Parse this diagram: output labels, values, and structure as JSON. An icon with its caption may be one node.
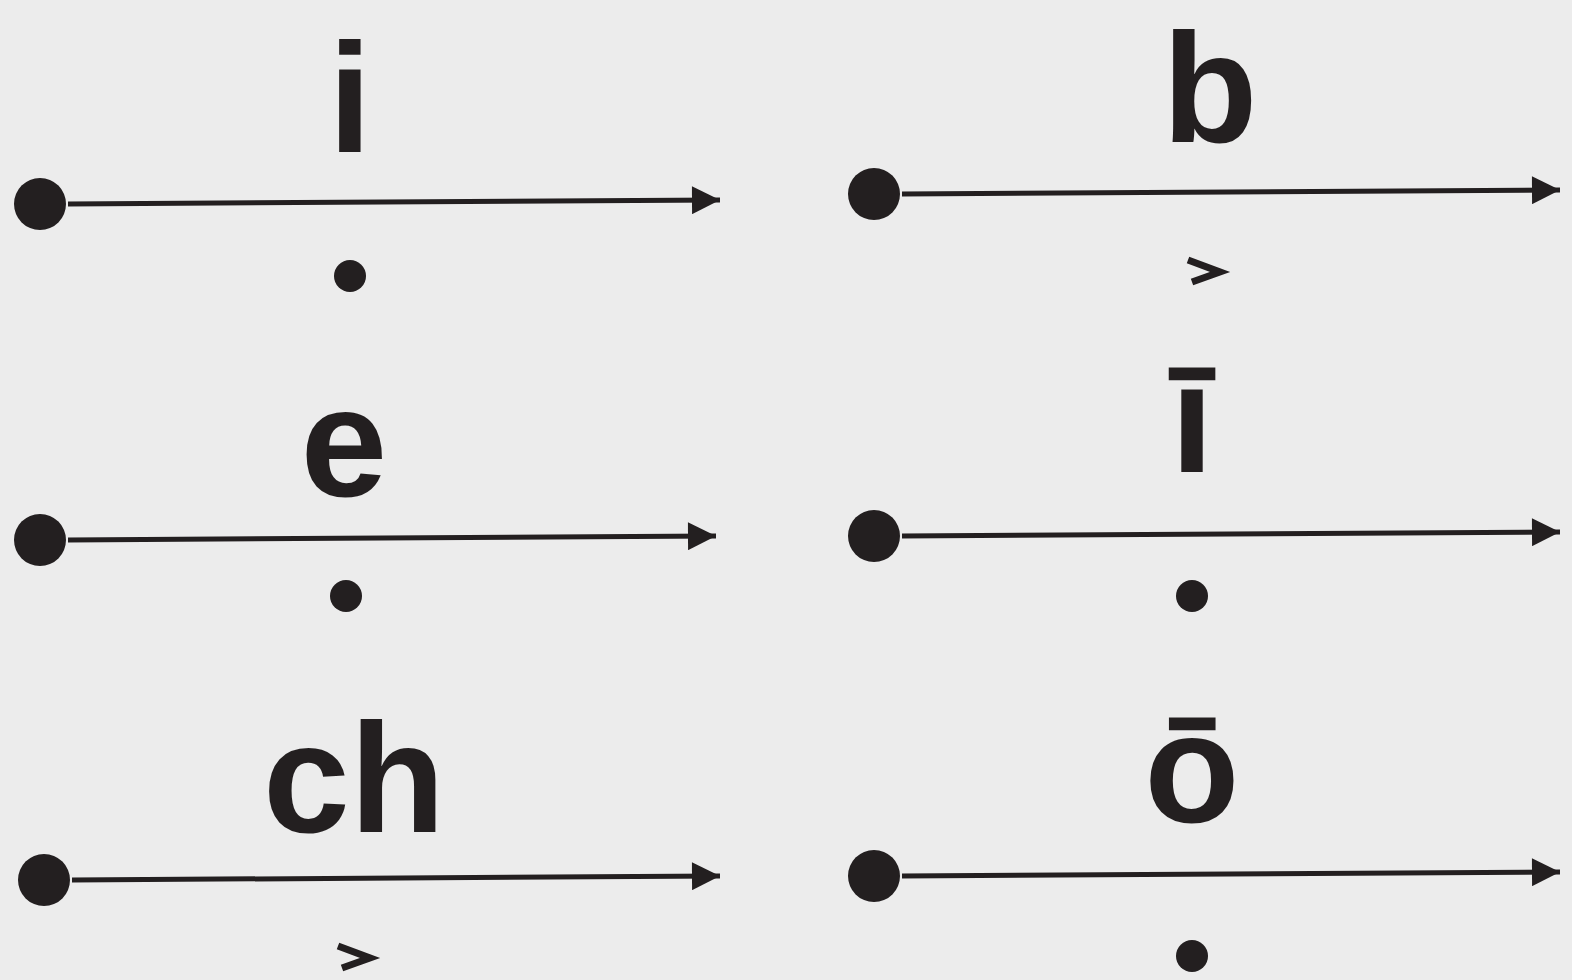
{
  "diagram": {
    "nodes": [
      {
        "text": [],
        "shape": "circle"
      },
      {
        "text": [],
        "shape": "circle"
      },
      {
        "text": [],
        "shape": "circle"
      },
      {
        "text": [],
        "shape": "circle"
      },
      {
        "text": [],
        "shape": "circle"
      },
      {
        "text": [],
        "shape": "circle"
      }
    ],
    "edges": [
      {
        "from": 0,
        "to": null,
        "arrow": "to"
      },
      {
        "from": 1,
        "to": null,
        "arrow": "to"
      },
      {
        "from": 2,
        "to": null,
        "arrow": "to"
      },
      {
        "from": 3,
        "to": null,
        "arrow": "to"
      },
      {
        "from": 4,
        "to": null,
        "arrow": "to"
      },
      {
        "from": 5,
        "to": null,
        "arrow": "to"
      }
    ],
    "labels": [
      "i",
      "b",
      "e",
      "ī",
      "ch",
      "ō"
    ]
  }
}
